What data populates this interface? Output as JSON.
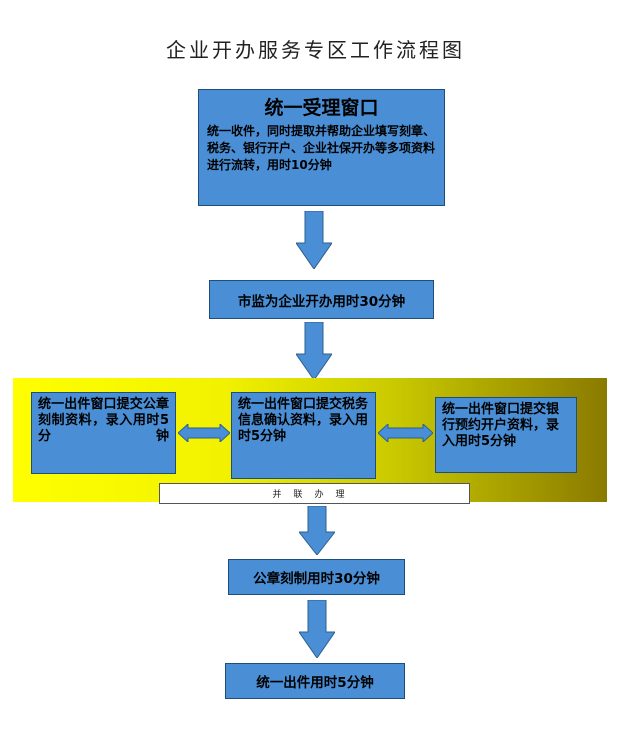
{
  "title": "企业开办服务专区工作流程图",
  "nodes": {
    "unified_window": {
      "title": "统一受理窗口",
      "text": "统一收件，同时提取并帮助企业填写刻章、税务、银行开户、企业社保开办等多项资料进行流转，用时10分钟"
    },
    "market_supervision": {
      "text": "市监为企业开办用时30分钟"
    },
    "seal_window": {
      "text": "统一出件窗口提交公章刻制资料，录入用时5分钟"
    },
    "tax_window": {
      "text": "统一出件窗口提交税务信息确认资料，录入用时5分钟"
    },
    "bank_window": {
      "text": "统一出件窗口提交银行预约开户资料，录入用时5分钟"
    },
    "parallel": {
      "label": "并联办理"
    },
    "seal_making": {
      "text": "公章刻制用时30分钟"
    },
    "final_window": {
      "text": "统一出件用时5分钟"
    }
  },
  "colors": {
    "box_fill": "#4a8fd5",
    "box_border": "#1f4e7a",
    "band_start": "#ffff00",
    "band_end": "#8a7a00"
  }
}
